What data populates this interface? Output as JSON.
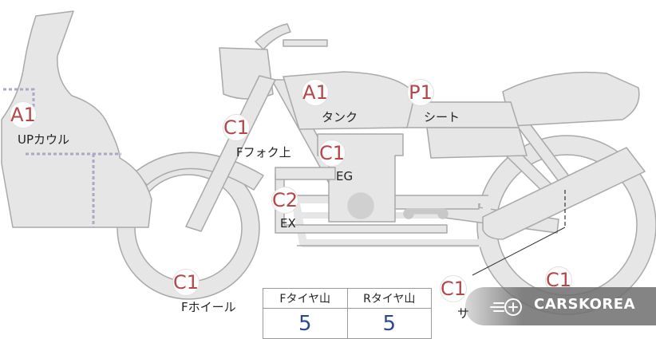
{
  "parts": [
    {
      "id": "up-cowl",
      "grade": "A1",
      "label": "UPカウル"
    },
    {
      "id": "tank",
      "grade": "A1",
      "label": "タンク"
    },
    {
      "id": "seat",
      "grade": "P1",
      "label": "シート"
    },
    {
      "id": "front-fork-upper",
      "grade": "C1",
      "label": "Fフォク上"
    },
    {
      "id": "engine",
      "grade": "C1",
      "label": "EG"
    },
    {
      "id": "exhaust",
      "grade": "C2",
      "label": "EX"
    },
    {
      "id": "front-wheel",
      "grade": "C1",
      "label": "Fホイール"
    },
    {
      "id": "muffler",
      "grade": "C1",
      "label": "サ"
    },
    {
      "id": "rear-wheel",
      "grade": "C1",
      "label": ""
    }
  ],
  "tread_table": {
    "headers": [
      "Fタイヤ山",
      "Rタイヤ山"
    ],
    "values": [
      "5",
      "5"
    ]
  },
  "watermark": {
    "text": "CARSKOREA",
    "icon": "carskorea-logo-icon"
  },
  "colors": {
    "grade_text": "#b3474a",
    "tread_value": "#2b4a8c",
    "bike_fill": "#e6e6e6",
    "bike_stroke": "#a9a9a9"
  }
}
